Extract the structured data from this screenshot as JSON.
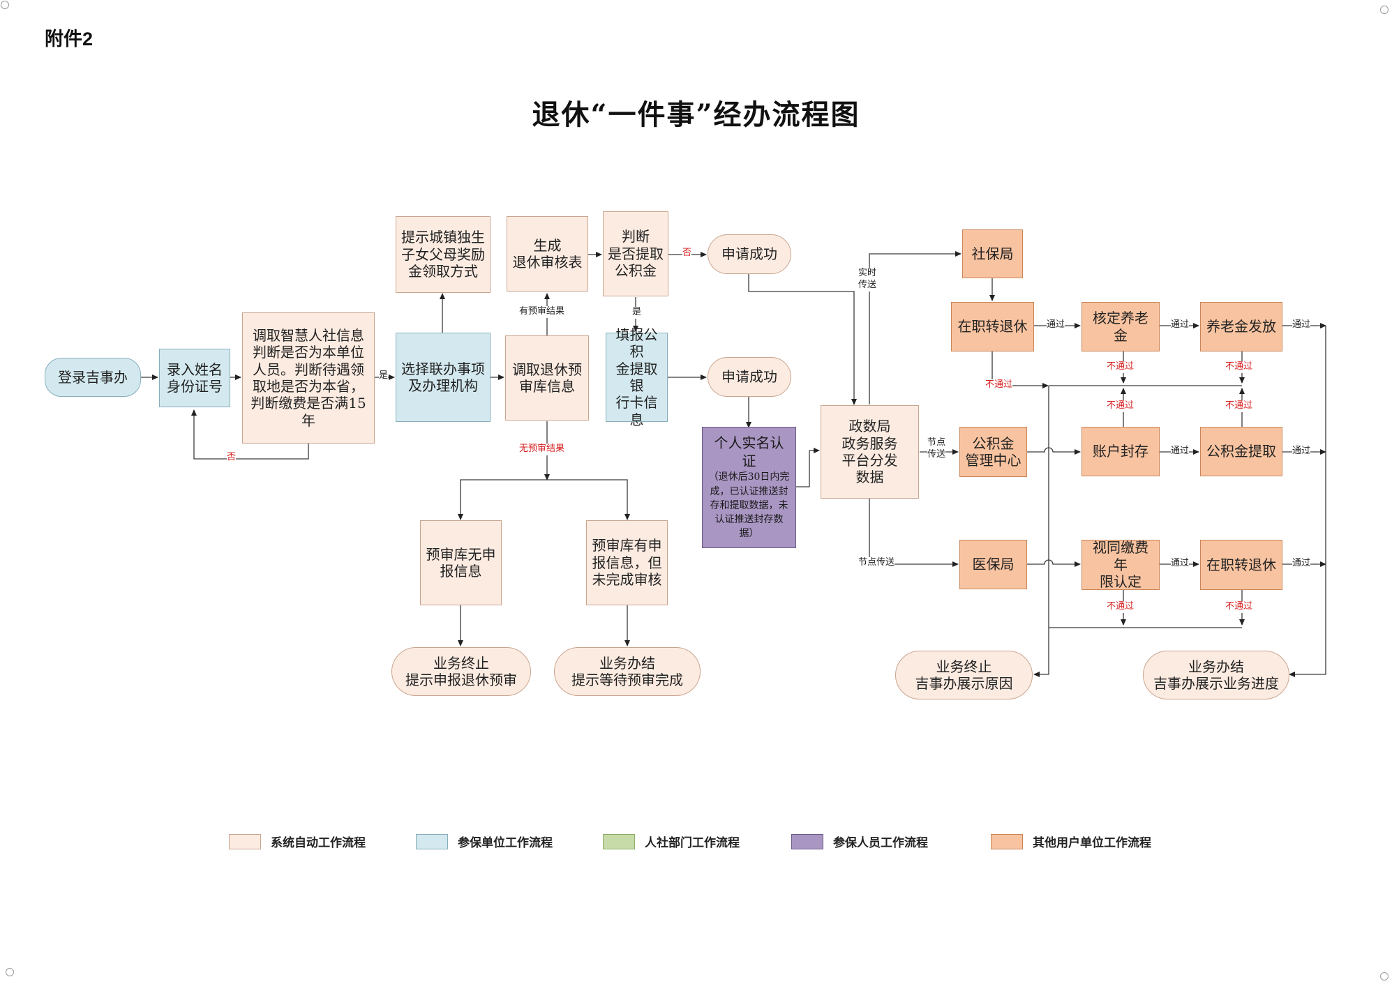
{
  "header": {
    "annex_label": "附件2",
    "title": "退休“一件事”经办流程图"
  },
  "nodes": {
    "login": "登录吉事办",
    "input_id": "录入姓名\n身份证号",
    "check_info": "调取智慧人社信息判断是否为本单位人员。判断待遇领取地是否为本省，判断缴费是否满15年",
    "select_items": "选择联办事项\n及办理机构",
    "prompt_award": "提示城镇独生\n子女父母奖励\n金领取方式",
    "fetch_prereview": "调取退休预\n审库信息",
    "gen_table": "生成\n退休审核表",
    "judge_fund": "判断\n是否提取\n公积金",
    "fill_bank": "填报公积\n金提取银\n行卡信息",
    "success_1": "申请成功",
    "success_2": "申请成功",
    "realname_title": "个人实名认证",
    "realname_note": "（退休后30日内完成，已认证推送封存和提取数据，未认证推送封存数据）",
    "no_info": "预审库无申\n报信息",
    "has_info": "预审库有申\n报信息，但\n未完成审核",
    "end_left": "业务终止\n提示申报退休预审",
    "done_left": "业务办结\n提示等待预审完成",
    "platform": "政数局\n政务服务\n平台分发\n数据",
    "social_bureau": "社保局",
    "fund_center": "公积金\n管理中心",
    "medical_bureau": "医保局",
    "retire_1": "在职转退休",
    "pension_check": "核定养老金",
    "pension_pay": "养老金发放",
    "account_seal": "账户封存",
    "fund_withdraw": "公积金提取",
    "deemed_years": "视同缴费年\n限认定",
    "retire_2": "在职转退休",
    "end_right": "业务终止\n吉事办展示原因",
    "done_right": "业务办结\n吉事办展示业务进度"
  },
  "labels": {
    "yes": "是",
    "no": "否",
    "has_result": "有预审结果",
    "no_result": "无预审结果",
    "pass": "通过",
    "fail": "不通过",
    "realtime": "实时\n传送",
    "node_send_mid": "节点\n传送",
    "node_send_low": "节点传送"
  },
  "legend": [
    {
      "label": "系统自动工作流程",
      "color": "#fcebe1",
      "border": "#c9a58f"
    },
    {
      "label": "参保单位工作流程",
      "color": "#d3e9ef",
      "border": "#86aebb"
    },
    {
      "label": "人社部门工作流程",
      "color": "#c6dba8",
      "border": "#8fae6a"
    },
    {
      "label": "参保人员工作流程",
      "color": "#a996c3",
      "border": "#6b5a8a"
    },
    {
      "label": "其他用户单位工作流程",
      "color": "#f8c3a0",
      "border": "#c98659"
    }
  ],
  "colors": {
    "line": "#3a3a3a",
    "fail_text": "#d61e1e"
  }
}
